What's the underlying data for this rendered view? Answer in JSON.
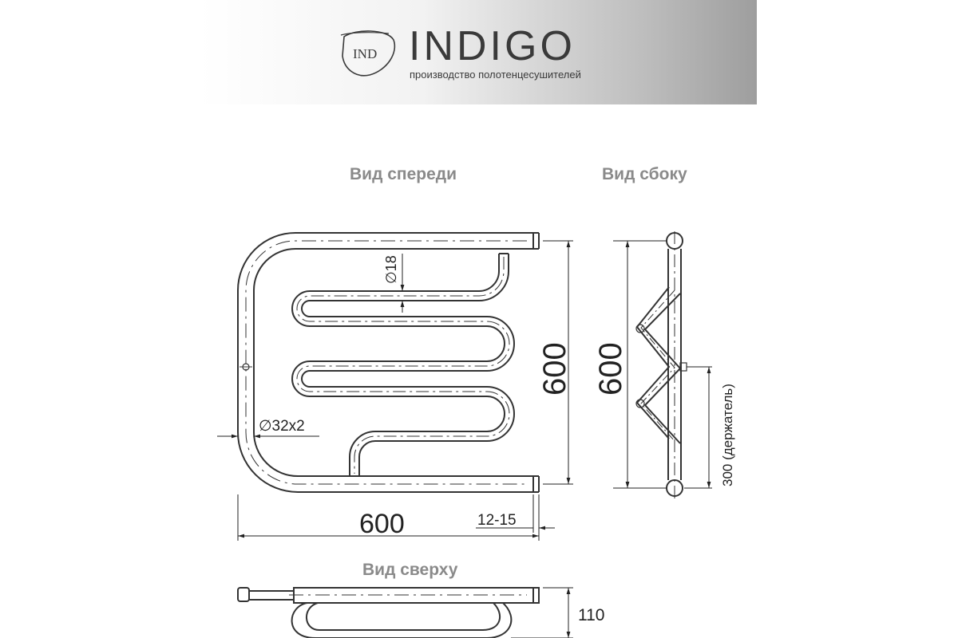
{
  "brand": {
    "name": "INDIGO",
    "logo_mark": "IND",
    "tagline": "производство полотенцесушителей"
  },
  "views": {
    "front": "Вид спереди",
    "side": "Вид сбоку",
    "top": "Вид сверху"
  },
  "dimensions": {
    "front_height": "600",
    "front_width": "600",
    "side_height": "600",
    "wall_gap": "12-15",
    "pipe_main": "∅32x2",
    "pipe_coil": "∅18",
    "holder": "300 (держатель)",
    "depth": "110"
  }
}
